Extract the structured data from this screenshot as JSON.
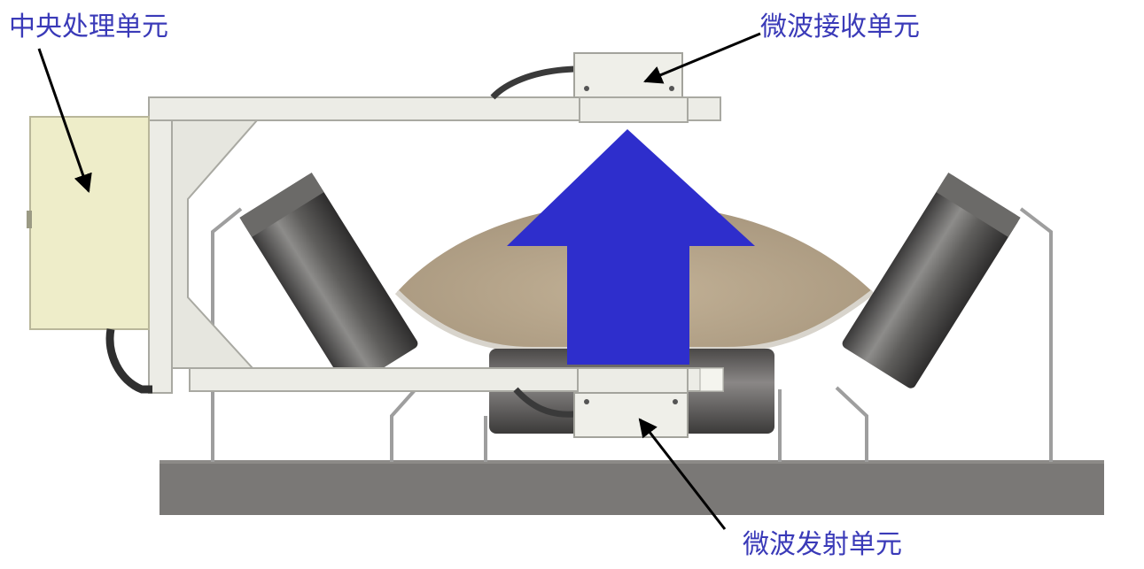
{
  "labels": {
    "central_processing_unit": "中央处理单元",
    "microwave_receiving_unit": "微波接收单元",
    "microwave_transmitting_unit": "微波发射单元"
  },
  "colors": {
    "label_text": "#3a3ab8",
    "arrow_fill": "#2e2ecc",
    "base": "#7a7876",
    "frame": "#ecece6",
    "frame_stroke": "#a9a9a2",
    "cabinet": "#eeedc9",
    "material": "#b7a58c",
    "roller": "#5a5858",
    "sensor_box": "#efefe9",
    "pointer": "#000000"
  },
  "icons": {
    "flow_arrow": "up-arrow-icon",
    "pointers": "callout-arrow-icon"
  }
}
